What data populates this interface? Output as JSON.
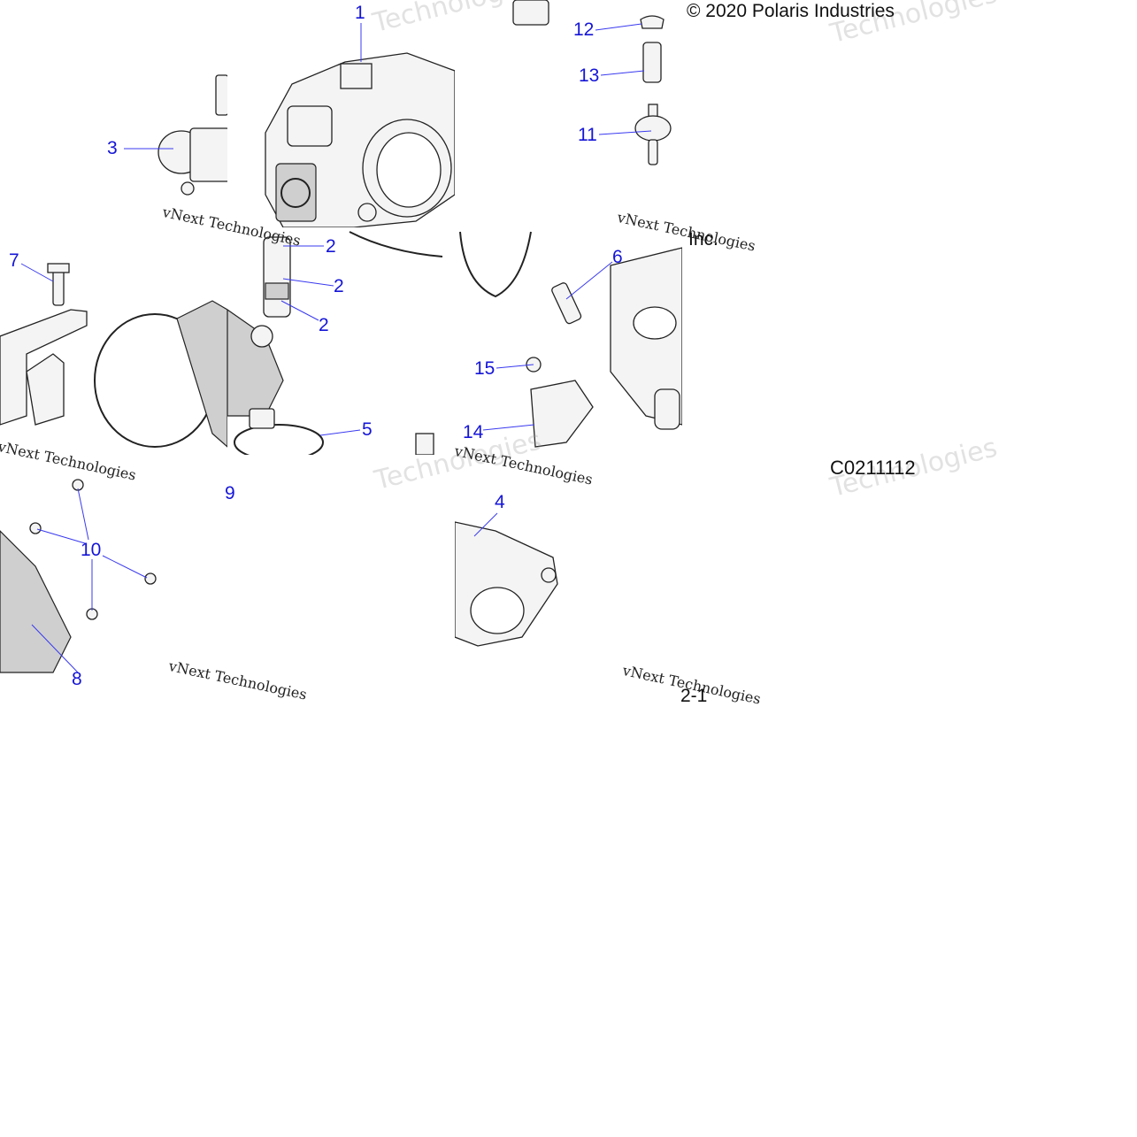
{
  "diagram": {
    "copyright": "© 2020 Polaris Industries",
    "copyright_cont": "Inc.",
    "figure_code": "C0211112",
    "page_ref": "2-1",
    "watermark_small": "vNext Technologies",
    "watermark_large": "Technologies",
    "callouts": [
      {
        "id": "c1",
        "text": "1"
      },
      {
        "id": "c3",
        "text": "3"
      },
      {
        "id": "c12",
        "text": "12"
      },
      {
        "id": "c13",
        "text": "13"
      },
      {
        "id": "c11",
        "text": "11"
      },
      {
        "id": "c7",
        "text": "7"
      },
      {
        "id": "c2a",
        "text": "2"
      },
      {
        "id": "c2b",
        "text": "2"
      },
      {
        "id": "c2c",
        "text": "2"
      },
      {
        "id": "c6",
        "text": "6"
      },
      {
        "id": "c15",
        "text": "15"
      },
      {
        "id": "c5",
        "text": "5"
      },
      {
        "id": "c14",
        "text": "14"
      },
      {
        "id": "c10",
        "text": "10"
      },
      {
        "id": "c9",
        "text": "9"
      },
      {
        "id": "c4",
        "text": "4"
      },
      {
        "id": "c8",
        "text": "8"
      }
    ]
  }
}
